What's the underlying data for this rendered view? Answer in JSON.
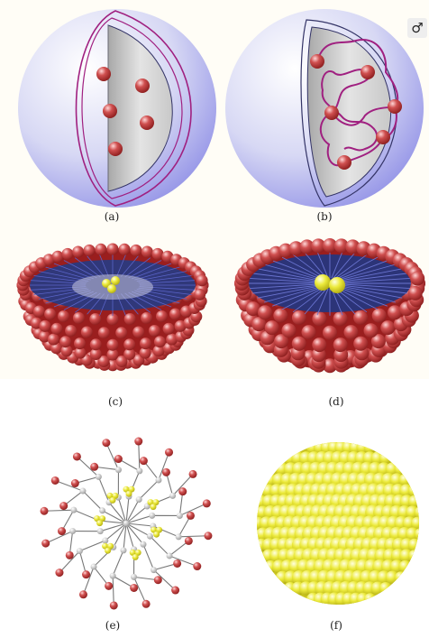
{
  "captions": {
    "a": "(a)",
    "b": "(b)",
    "c": "(c)",
    "d": "(d)",
    "e": "(e)",
    "f": "(f)"
  },
  "toolbar": {
    "badge_label": "♂",
    "badge_icon": "gender-symbol-icon"
  },
  "colors": {
    "sphere_light": "#eef0fa",
    "sphere_dark": "#8f8fe6",
    "core_gray": "#bdbdbd",
    "polymer": "#a02080",
    "head_red": "#c0393b",
    "tail_blue": "#303880",
    "solute_yellow": "#e9e63a",
    "node_gray": "#b5b5b5"
  }
}
